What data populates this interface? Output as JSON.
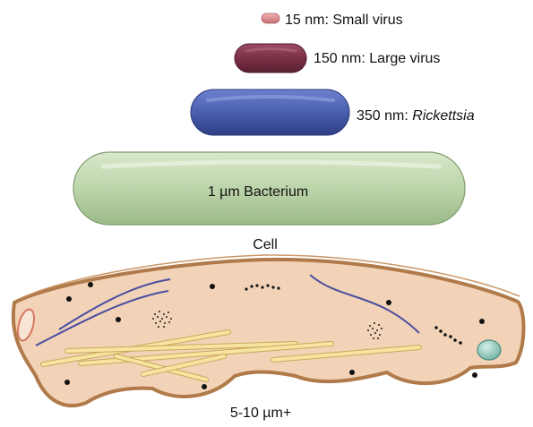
{
  "organisms": [
    {
      "size": "15 nm",
      "sep": ": ",
      "name": "Small virus",
      "italic": false
    },
    {
      "size": "150 nm",
      "sep": ": ",
      "name": "Large virus",
      "italic": false
    },
    {
      "size": "350 nm",
      "sep": ": ",
      "name": "Rickettsia",
      "italic": true
    },
    {
      "label": "1 µm Bacterium"
    }
  ],
  "cell": {
    "title": "Cell",
    "size_label": "5-10 µm+"
  },
  "colors": {
    "small_virus": "#d98a8a",
    "large_virus": "#7a3045",
    "rickettsia": "#4a5fae",
    "bacterium": "#bcd4aa",
    "cell_fill": "#f2d3b8",
    "cell_membrane": "#b07a4a",
    "filament_blue": "#4a4ea0",
    "filament_yellow": "#f2dc8a",
    "nucleus": "#7fc2b2"
  }
}
